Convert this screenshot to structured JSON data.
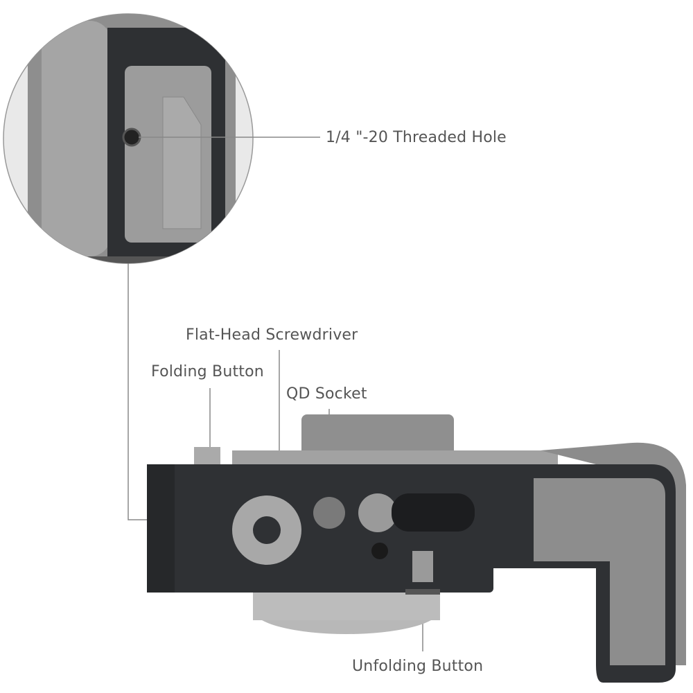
{
  "callouts": {
    "threaded_hole": "1/4 \"-20 Threaded Hole",
    "flat_head_screwdriver": "Flat-Head Screwdriver",
    "folding_button": "Folding Button",
    "qd_socket": "QD Socket",
    "unfolding_button": "Unfolding Button"
  },
  "colors": {
    "bracket": "#2f3134",
    "camera_body": "#9a9a9a",
    "leader_line": "#888888",
    "label_text": "#555555"
  }
}
